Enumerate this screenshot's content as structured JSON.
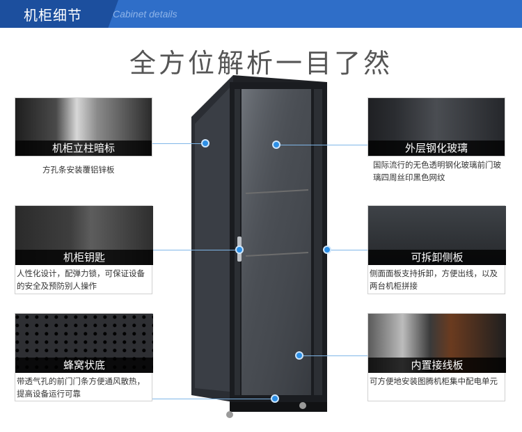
{
  "header": {
    "title": "机柜细节",
    "subtitle": "Cabinet details"
  },
  "headline": "全方位解析一目了然",
  "features": [
    {
      "label": "机柜立柱暗标",
      "desc": "方孔条安装覆铝锌板"
    },
    {
      "label": "机柜钥匙",
      "desc": "人性化设计，配弹力锁，可保证设备的安全及预防别人操作"
    },
    {
      "label": "蜂窝状底",
      "desc": "带透气孔的前门门条方便通风散热，提高设备运行可靠"
    },
    {
      "label": "外层钢化玻璃",
      "desc": "国际流行的无色透明钢化玻璃前门玻璃四周丝印黑色网纹"
    },
    {
      "label": "可拆卸侧板",
      "desc": "侧面面板支持拆卸，方便出线，以及两台机柜拼接"
    },
    {
      "label": "内置接线板",
      "desc": "可方便地安装图腾机柜集中配电单元"
    }
  ],
  "colors": {
    "header": "#2f6ec8",
    "header_dark": "#1c4f9e",
    "accent": "#2d8fe6"
  }
}
